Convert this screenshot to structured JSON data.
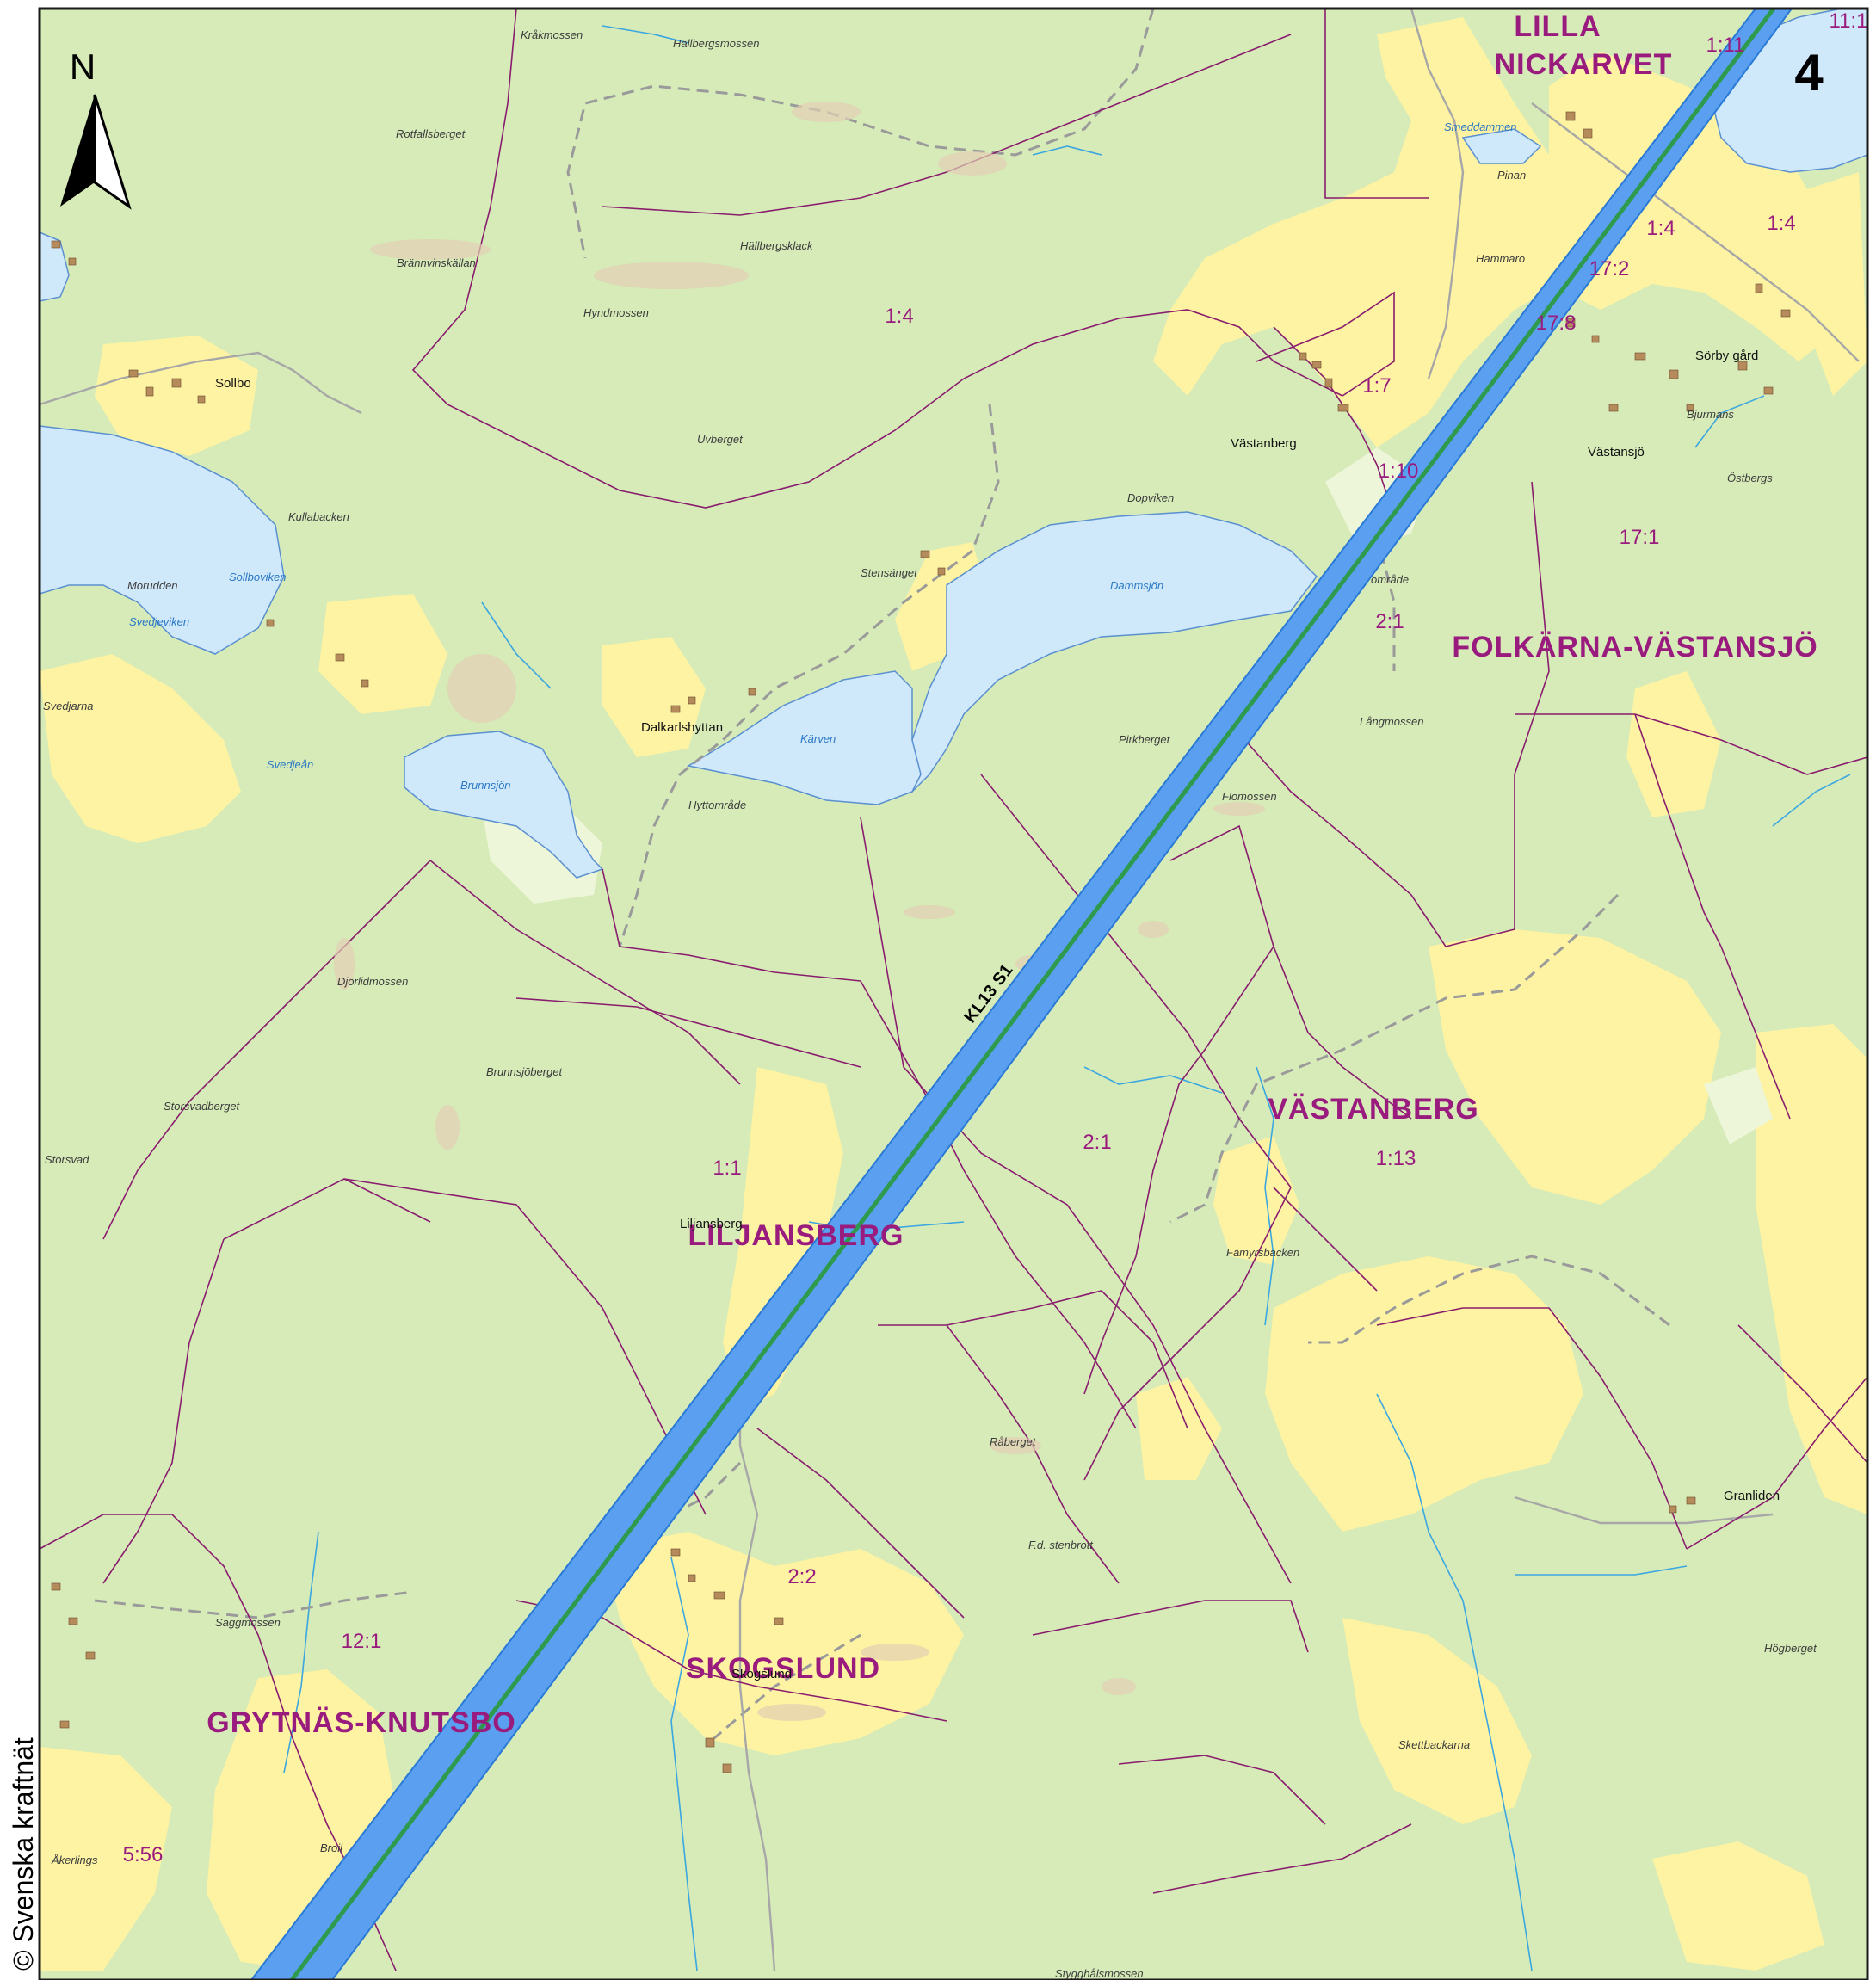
{
  "map": {
    "map_number": "4",
    "north_label": "N",
    "copyright": "© Svenska kraftnät",
    "power_line_label": "KL13 S1",
    "colors": {
      "forest": "#d6ebb8",
      "field": "#fdf3a2",
      "water": "#cfe8fa",
      "corridor": "#5b9ff0",
      "corridor_edge": "#2979d6",
      "line": "#2e9a4e",
      "boundary": "#8a1c6e",
      "label": "#9a1b7e"
    },
    "regions": [
      {
        "name": "LILLA"
      },
      {
        "name": "NICKARVET"
      },
      {
        "name": "FOLKÄRNA-VÄSTANSJÖ"
      },
      {
        "name": "VÄSTANBERG"
      },
      {
        "name": "LILJANSBERG"
      },
      {
        "name": "SKOGSLUND"
      },
      {
        "name": "GRYTNÄS-KNUTSBO"
      }
    ],
    "parcels": [
      "1:4",
      "1:11",
      "11:1",
      "1:4",
      "1:4",
      "17:2",
      "17:8",
      "1:7",
      "1:10",
      "17:1",
      "2:1",
      "1:1",
      "2:1",
      "1:13",
      "2:2",
      "12:1",
      "5:56"
    ],
    "villages": [
      "Sollbo",
      "Västanberg",
      "Västansjö",
      "Sörby gård",
      "Dalkarlshyttan",
      "Liljansberg",
      "Skogslund",
      "Granliden"
    ],
    "places": [
      "Kråkmossen",
      "Hällbergsmossen",
      "Rotfallsberget",
      "Brännvinskällan",
      "Hällbergsklack",
      "Hyndmossen",
      "Uvberget",
      "Kullabacken",
      "Morudden",
      "Svedjarna",
      "Stensänget",
      "Dopviken",
      "Pirkberget",
      "Flomossen",
      "Hyttområde",
      "Djörlidmossen",
      "Brunnsjöberget",
      "Storsvadberget",
      "Storsvad",
      "Fämyrsbacken",
      "Råberget",
      "F.d. stenbrott",
      "Saggmossen",
      "Högberget",
      "Skettbackarna",
      "Åkerlings",
      "Stygghålsmossen",
      "Långmossen",
      "Pinan",
      "Hammaro",
      "Bjurmans",
      "Östbergs",
      "Broil",
      "område"
    ],
    "waters": [
      "Smeddammen",
      "Dammsjön",
      "Kärven",
      "Brunnsjön",
      "Sollboviken",
      "Svedjeviken",
      "Svedjeån"
    ]
  }
}
